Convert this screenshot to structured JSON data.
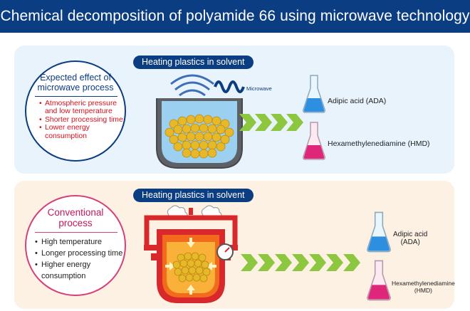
{
  "title": "Chemical decomposition of polyamide 66 using microwave technology",
  "microwave_section": {
    "heading": "Heating plastics in solvent",
    "microwave_label": "Microwave",
    "effect_title_line1": "Expected effect of",
    "effect_title_line2": "microwave process",
    "benefits": [
      "Atmospheric pressure and low temperature",
      "Shorter processing time",
      "Lower energy consumption"
    ],
    "products": [
      {
        "label": "Adipic acid (ADA)",
        "color": "#2e8fe0"
      },
      {
        "label": "Hexamethylenediamine  (HMD)",
        "color": "#e0267a"
      }
    ]
  },
  "conventional_section": {
    "heading": "Heating plastics in solvent",
    "process_title_line1": "Conventional",
    "process_title_line2": "process",
    "drawbacks": [
      "High temperature",
      "Longer processing time",
      "Higher energy consumption"
    ],
    "products": [
      {
        "label_line1": "Adipic acid",
        "label_line2": "(ADA)",
        "color": "#2e8fe0"
      },
      {
        "label_line1": "Hexamethylenediamine",
        "label_line2": "(HMD)",
        "color": "#e0267a"
      }
    ]
  },
  "colors": {
    "brand_navy": "#0b3d82",
    "arrow_green": "#8dc63f",
    "pressure_red": "#d8282c",
    "heat_orange": "#f26a1b",
    "pellet_yellow": "#e7b928"
  }
}
